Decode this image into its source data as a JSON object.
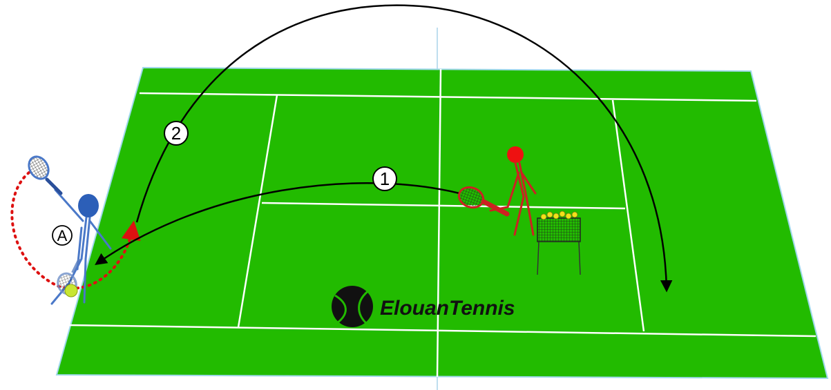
{
  "diagram": {
    "colors": {
      "court": "#22bb00",
      "line": "#ffffff",
      "coach": "#dd1111",
      "player": "#4a78c8",
      "trajectory": "#000000",
      "player_racket_path": "#dd1111",
      "ball": "#c8e632"
    },
    "labels": {
      "shot_1": "1",
      "shot_2": "2",
      "player_marker": "A"
    },
    "logo": {
      "icon": "tennis-ball-icon",
      "text": "ElouanTennis"
    },
    "ball_basket": {
      "icon": "ball-basket-icon"
    }
  }
}
